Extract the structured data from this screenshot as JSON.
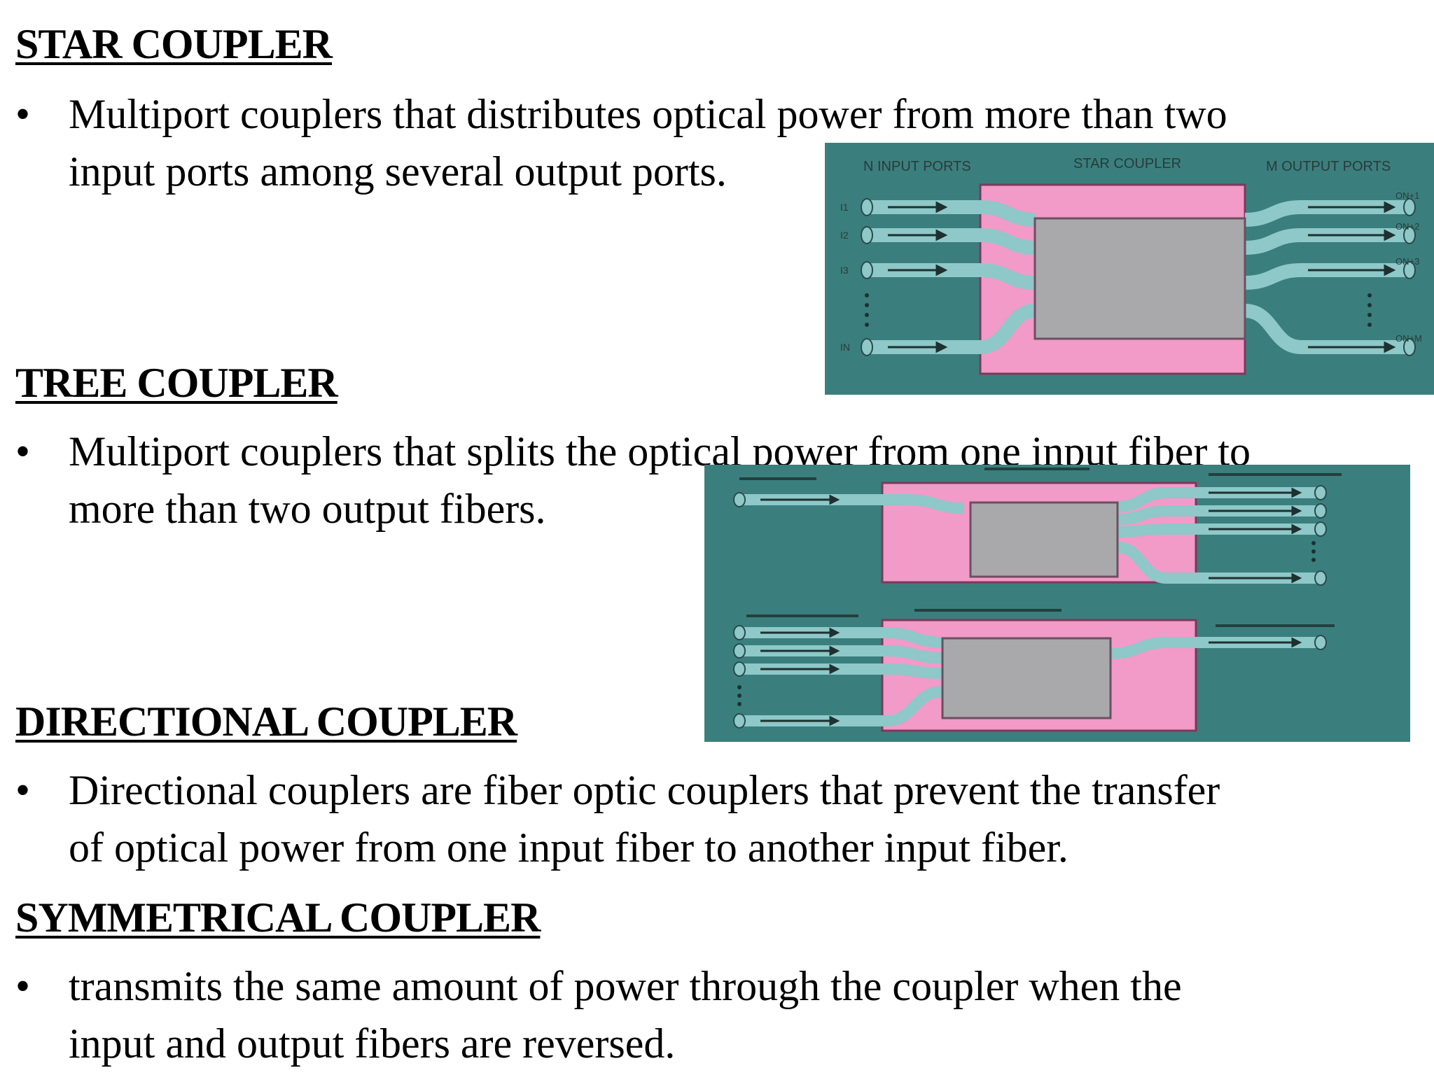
{
  "sections": [
    {
      "heading": "STAR COUPLER",
      "bullet_line1": "Multiport couplers that distributes optical power from more than two",
      "bullet_line2": "input ports among several output ports."
    },
    {
      "heading": "TREE COUPLER",
      "bullet_line1": "Multiport couplers that splits the optical power from one input fiber to",
      "bullet_line2": "more than two output fibers."
    },
    {
      "heading": "DIRECTIONAL COUPLER",
      "bullet_line1": "Directional couplers are fiber optic couplers that prevent the transfer",
      "bullet_line2": "of optical power from one input fiber to another input fiber."
    },
    {
      "heading": "SYMMETRICAL COUPLER",
      "bullet_line1": "transmits the same amount of power through the coupler when the",
      "bullet_line2": "input and output fibers are reversed."
    }
  ],
  "bullet_symbol": "•",
  "star_diagram": {
    "label_inputs": "N INPUT PORTS",
    "label_coupler": "STAR COUPLER",
    "label_outputs": "M OUTPUT PORTS",
    "input_labels": [
      "I1",
      "I2",
      "I3",
      "IN"
    ],
    "output_labels": [
      "ON+1",
      "ON+2",
      "ON+3",
      "ON+M"
    ]
  },
  "colors": {
    "diagram_bg": "#3a7f7d",
    "coupler_pink": "#f29ac8",
    "core_gray": "#a9a9ab",
    "fiber": "#8ec8c8"
  }
}
